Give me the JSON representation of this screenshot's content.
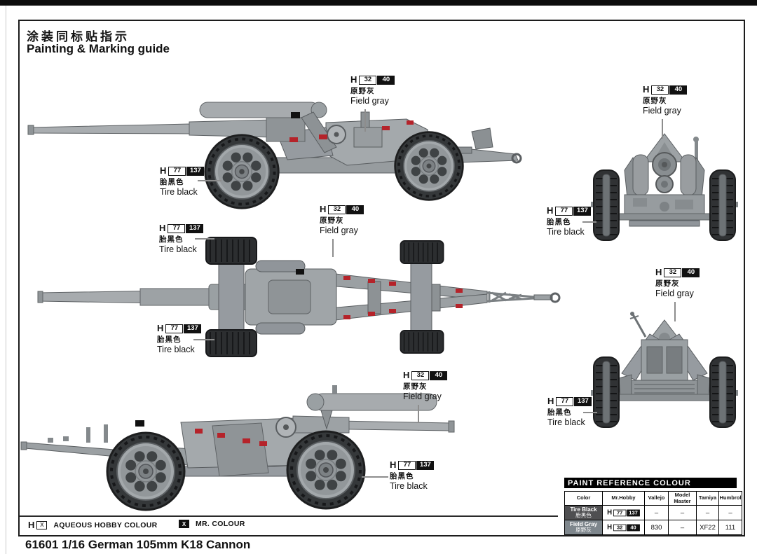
{
  "header": {
    "title_cn": "涂装同标贴指示",
    "title_en": "Painting & Marking guide"
  },
  "colors": {
    "field_gray": {
      "prefix": "H",
      "aqueous": "32",
      "mr": "40",
      "cn": "原野灰",
      "en": "Field gray",
      "swatch": "#7e868c"
    },
    "tire_black": {
      "prefix": "H",
      "aqueous": "77",
      "mr": "137",
      "cn": "胎黑色",
      "en": "Tire black",
      "swatch": "#4f4f51"
    }
  },
  "decal_red": "#b5232a",
  "legend": {
    "aqueous_prefix": "H",
    "aqueous_symbol": "X",
    "aqueous_label": "AQUEOUS HOBBY COLOUR",
    "mr_symbol": "X",
    "mr_label": "MR. COLOUR"
  },
  "paint_table": {
    "title": "PAINT  REFERENCE  COLOUR",
    "columns": [
      "Color",
      "Mr.Hobby",
      "Vallejo",
      "Model Master",
      "Tamiya",
      "Humbrol"
    ],
    "rows": [
      {
        "name_en": "Tire Black",
        "name_cn": "胎黑色",
        "vallejo": "–",
        "model_master": "–",
        "tamiya": "–",
        "humbrol": "–"
      },
      {
        "name_en": "Field Gray",
        "name_cn": "原野灰",
        "vallejo": "830",
        "model_master": "–",
        "tamiya": "XF22",
        "humbrol": "111"
      }
    ]
  },
  "footer": {
    "model_text": "61601 1/16 German 105mm K18 Cannon"
  }
}
